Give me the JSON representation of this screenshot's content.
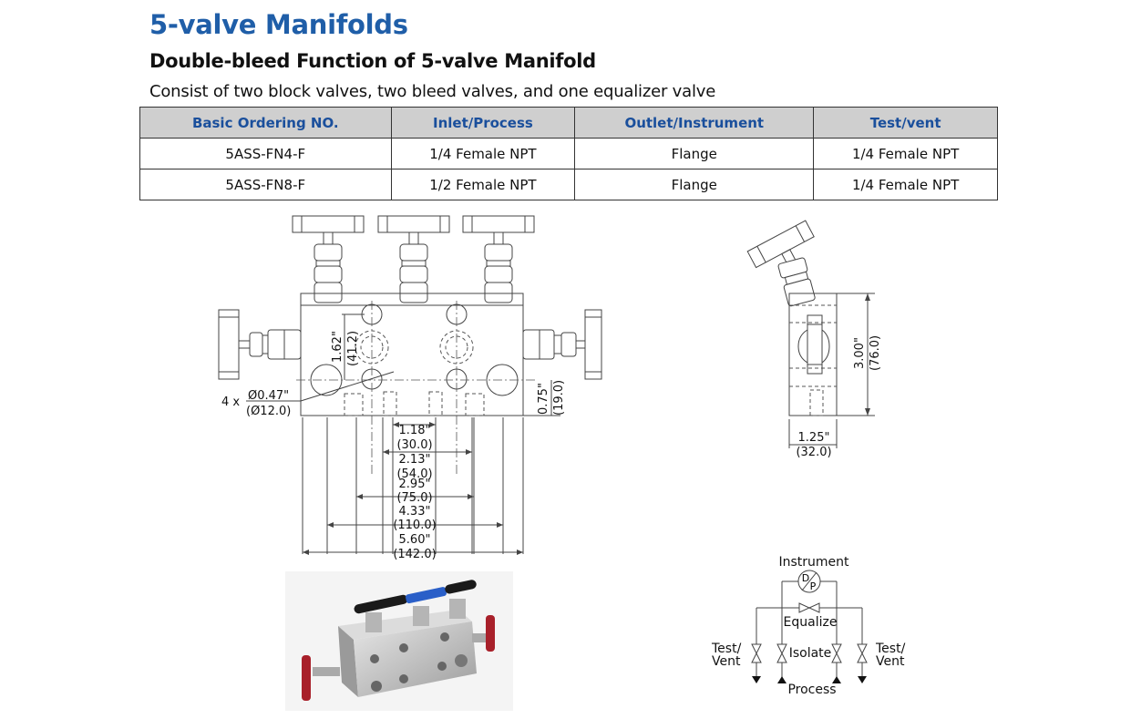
{
  "header": {
    "title": "5-valve Manifolds",
    "subtitle": "Double-bleed Function of 5-valve Manifold",
    "description": "Consist of two block valves, two bleed valves, and one equalizer valve"
  },
  "colors": {
    "title": "#1f5ea8",
    "table_header_bg": "#cfcfcf",
    "table_header_text": "#1a4f9c",
    "handle_black": "#1a1a1a",
    "handle_blue": "#2a5fc8",
    "handle_red": "#a8202a",
    "steel": "#c8c8c8"
  },
  "table": {
    "columns": [
      "Basic Ordering NO.",
      "Inlet/Process",
      "Outlet/Instrument",
      "Test/vent"
    ],
    "rows": [
      [
        "5ASS-FN4-F",
        "1/4 Female NPT",
        "Flange",
        "1/4 Female NPT"
      ],
      [
        "5ASS-FN8-F",
        "1/2 Female NPT",
        "Flange",
        "1/4 Female NPT"
      ]
    ]
  },
  "front_drawing": {
    "hole_callout_qty": "4 x",
    "hole_callout_in": "Ø0.47\"",
    "hole_callout_mm": "(Ø12.0)",
    "dim_vertical_in": "1.62\"",
    "dim_vertical_mm": "(41.2)",
    "dim_bottom_in": "0.75\"",
    "dim_bottom_mm": "(19.0)",
    "dims": [
      {
        "in": "1.18\"",
        "mm": "(30.0)"
      },
      {
        "in": "2.13\"",
        "mm": "(54.0)"
      },
      {
        "in": "2.95\"",
        "mm": "(75.0)"
      },
      {
        "in": "4.33\"",
        "mm": "(110.0)"
      },
      {
        "in": "5.60\"",
        "mm": "(142.0)"
      }
    ]
  },
  "side_drawing": {
    "height_in": "3.00\"",
    "height_mm": "(76.0)",
    "width_in": "1.25\"",
    "width_mm": "(32.0)"
  },
  "schematic": {
    "instrument": "Instrument",
    "dp_top": "D",
    "dp_bottom": "P",
    "equalize": "Equalize",
    "isolate": "Isolate",
    "test_vent_left_1": "Test/",
    "test_vent_left_2": "Vent",
    "test_vent_right_1": "Test/",
    "test_vent_right_2": "Vent",
    "process": "Process"
  }
}
